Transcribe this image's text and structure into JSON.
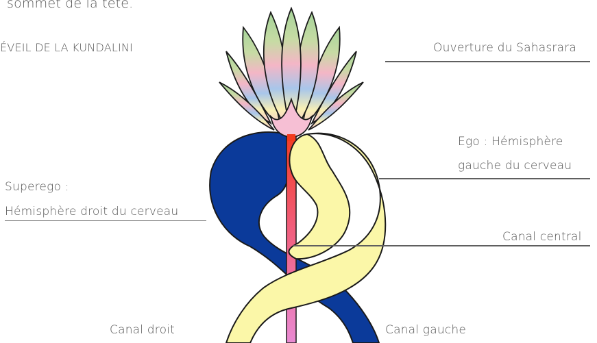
{
  "header": {
    "caption_partial": "sommet de la tête."
  },
  "title": "ÉVEIL DE LA KUNDALINI",
  "labels": {
    "sahasrara": "Ouverture du Sahasrara",
    "ego_line1": "Ego : Hémisphère",
    "ego_line2": "gauche du cerveau",
    "superego_line1": "Superego :",
    "superego_line2": "Hémisphère droit du cerveau",
    "central_channel": "Canal central",
    "right_channel": "Canal droit",
    "left_channel": "Canal gauche"
  },
  "colors": {
    "superego_hemisphere": "#0b3a9a",
    "ego_hemisphere": "#fbf7a8",
    "central_channel_top": "#f23a1e",
    "central_channel_bottom": "#e98ad2",
    "lotus_petals": [
      "#a6d49a",
      "#f4b6c6",
      "#a8c6ea",
      "#f9f0b4",
      "#f6bfd4"
    ],
    "leader_lines": "#5f5f5f"
  }
}
